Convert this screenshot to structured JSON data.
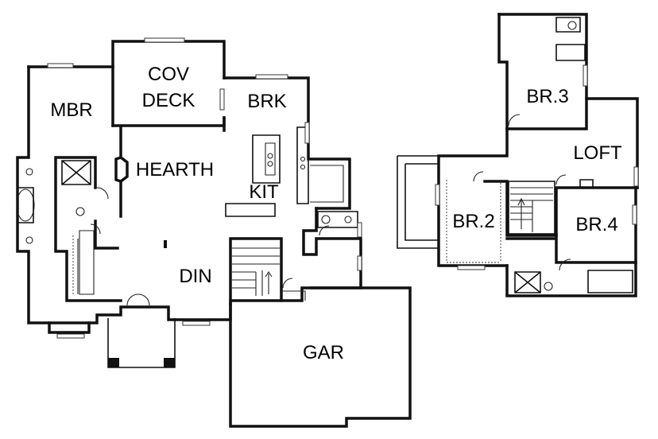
{
  "rooms": {
    "mbr": "MBR",
    "cov_deck_1": "COV",
    "cov_deck_2": "DECK",
    "brk": "BRK",
    "hearth": "HEARTH",
    "kit": "KIT",
    "din": "DIN",
    "gar": "GAR",
    "br3": "BR.3",
    "loft": "LOFT",
    "br2": "BR.2",
    "br4": "BR.4"
  }
}
